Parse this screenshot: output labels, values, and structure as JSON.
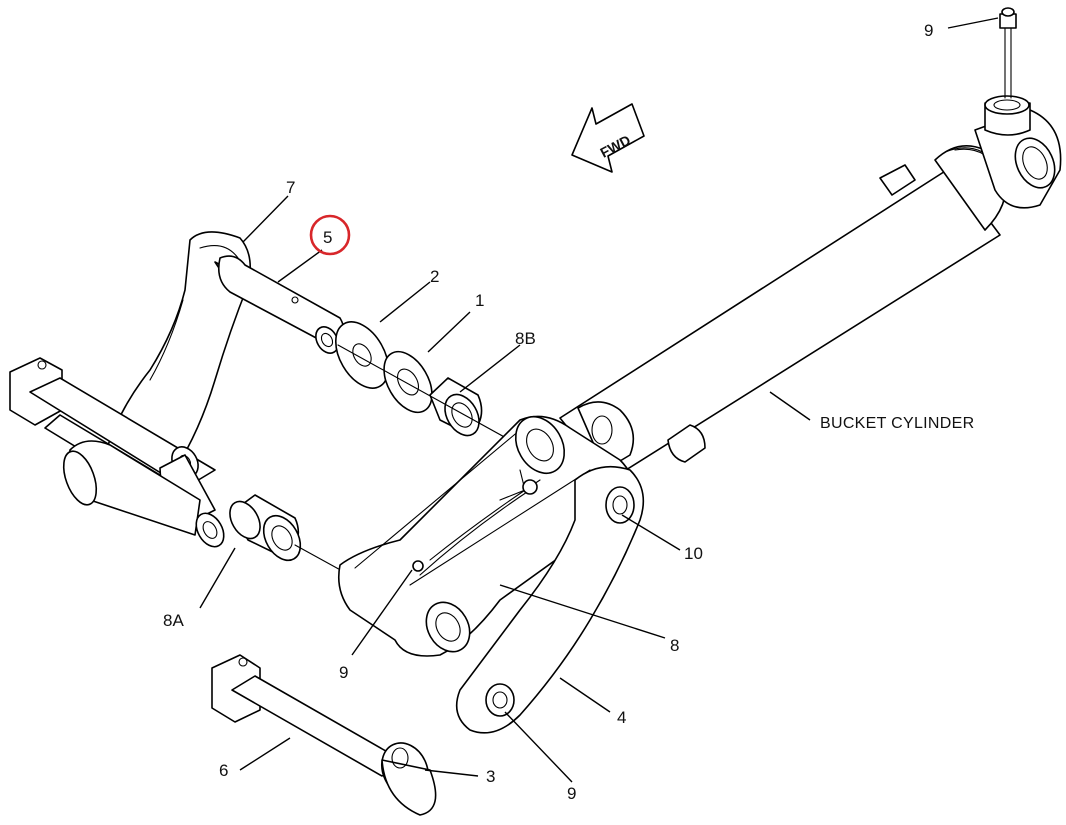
{
  "direction_marker": {
    "text": "FWD"
  },
  "callouts": {
    "c9_top": "9",
    "c7": "7",
    "c5": "5",
    "c2": "2",
    "c1": "1",
    "c8b": "8B",
    "c10": "10",
    "c8a": "8A",
    "c9_mid": "9",
    "c8": "8",
    "c4": "4",
    "c6": "6",
    "c3": "3",
    "c9_bottom": "9",
    "bucket_cylinder": "BUCKET CYLINDER"
  },
  "highlight": {
    "callout": "5",
    "color": "#d8262a"
  }
}
